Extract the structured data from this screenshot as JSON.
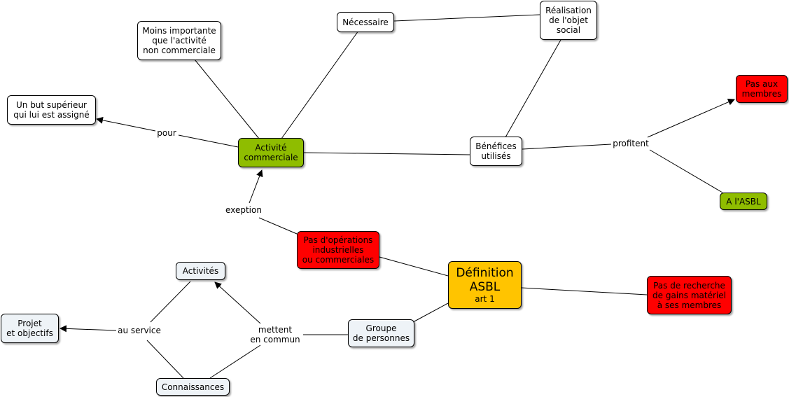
{
  "colors": {
    "white": "#ffffff",
    "green": "#8fbd00",
    "red": "#ff0000",
    "orange": "#ffc400",
    "blue": "#eef3f7"
  },
  "nodes": {
    "moins_importante": "Moins importante\nque l'activité\nnon commerciale",
    "necessaire": "Nécessaire",
    "realisation": "Réalisation\nde l'objet\nsocial",
    "but_superieur": "Un but supérieur\nqui lui est assigné",
    "activite_commerciale": "Activité\ncommerciale",
    "benefices": "Bénéfices\nutilisés",
    "pas_aux_membres": "Pas aux\nmembres",
    "a_l_asbl": "A l'ASBL",
    "pas_operations": "Pas d'opérations\nindustrielles\nou commerciales",
    "definition_title": "Définition\nASBL",
    "definition_sub": "art 1",
    "pas_recherche": "Pas de recherche\nde gains matériel\nà ses membres",
    "activites": "Activités",
    "projet": "Projet\net objectifs",
    "groupe": "Groupe\nde personnes",
    "connaissances": "Connaissances"
  },
  "labels": {
    "pour": "pour",
    "exeption": "exeption",
    "profitent": "profitent",
    "au_service": "au service",
    "mettent": "mettent\nen commun"
  }
}
